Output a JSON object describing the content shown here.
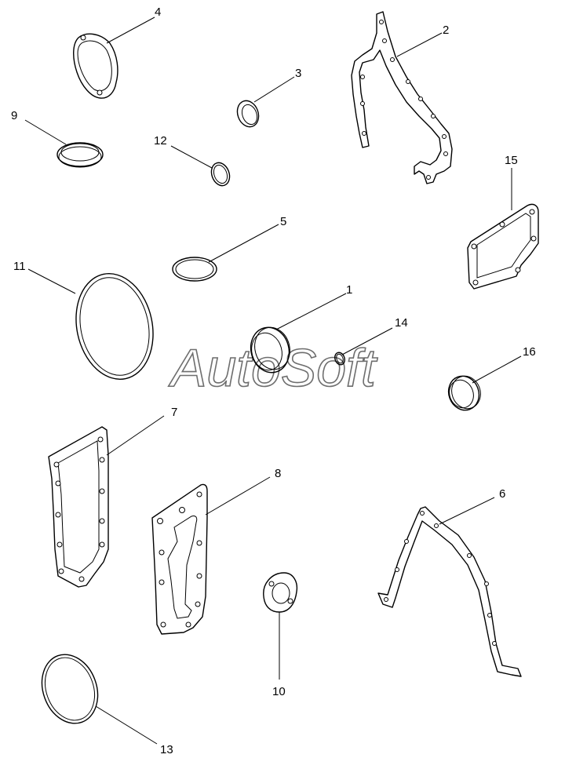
{
  "watermark": "AutoSoft",
  "callouts": {
    "c1": "1",
    "c2": "2",
    "c3": "3",
    "c4": "4",
    "c5": "5",
    "c6": "6",
    "c7": "7",
    "c8": "8",
    "c9": "9",
    "c10": "10",
    "c11": "11",
    "c12": "12",
    "c13": "13",
    "c14": "14",
    "c15": "15",
    "c16": "16"
  }
}
